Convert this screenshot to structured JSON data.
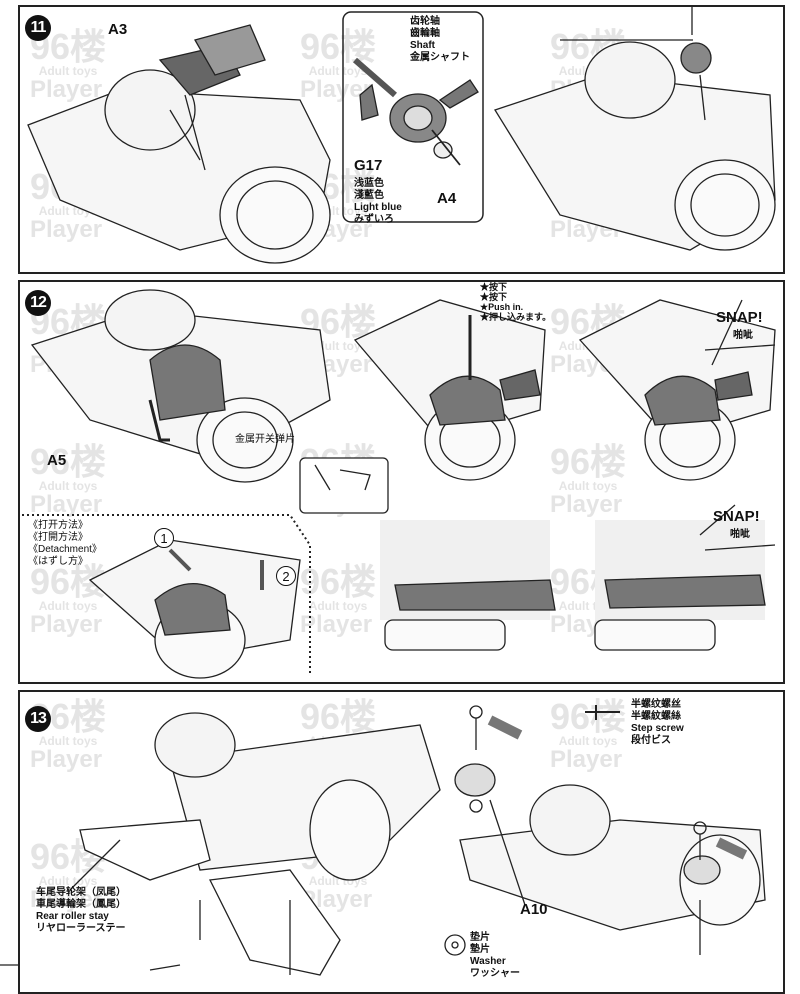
{
  "watermark": {
    "number": "96楼",
    "sub": "Adult toys",
    "name": "Player"
  },
  "step11": {
    "number": "11",
    "part_a3": "A3",
    "shaft_labels": [
      "齿轮轴",
      "齒輪軸",
      "Shaft",
      "金属シャフト"
    ],
    "gear_code": "G17",
    "gear_color": [
      "浅蓝色",
      "淺藍色",
      "Light blue",
      "みずいろ"
    ],
    "part_a4": "A4"
  },
  "step12": {
    "number": "12",
    "part_a5": "A5",
    "metal_switch": "金属开关弹片",
    "push_labels": [
      "★按下",
      "★按下",
      "★Push in.",
      "★押し込みます。"
    ],
    "snap": "SNAP!",
    "snap_cn": "啪呲",
    "detach_labels": [
      "《打开方法》",
      "《打開方法》",
      "《Detachment》",
      "《はずし方》"
    ],
    "circle_1": "1",
    "circle_2": "2"
  },
  "step13": {
    "number": "13",
    "screw_labels": [
      "半螺纹螺丝",
      "半螺紋螺絲",
      "Step screw",
      "段付ビス"
    ],
    "part_a10": "A10",
    "washer_labels": [
      "垫片",
      "墊片",
      "Washer",
      "ワッシャー"
    ],
    "stay_labels": [
      "车尾导轮架（凤尾）",
      "車尾導輪架（鳳尾）",
      "Rear roller stay",
      "リヤローラーステー"
    ]
  }
}
